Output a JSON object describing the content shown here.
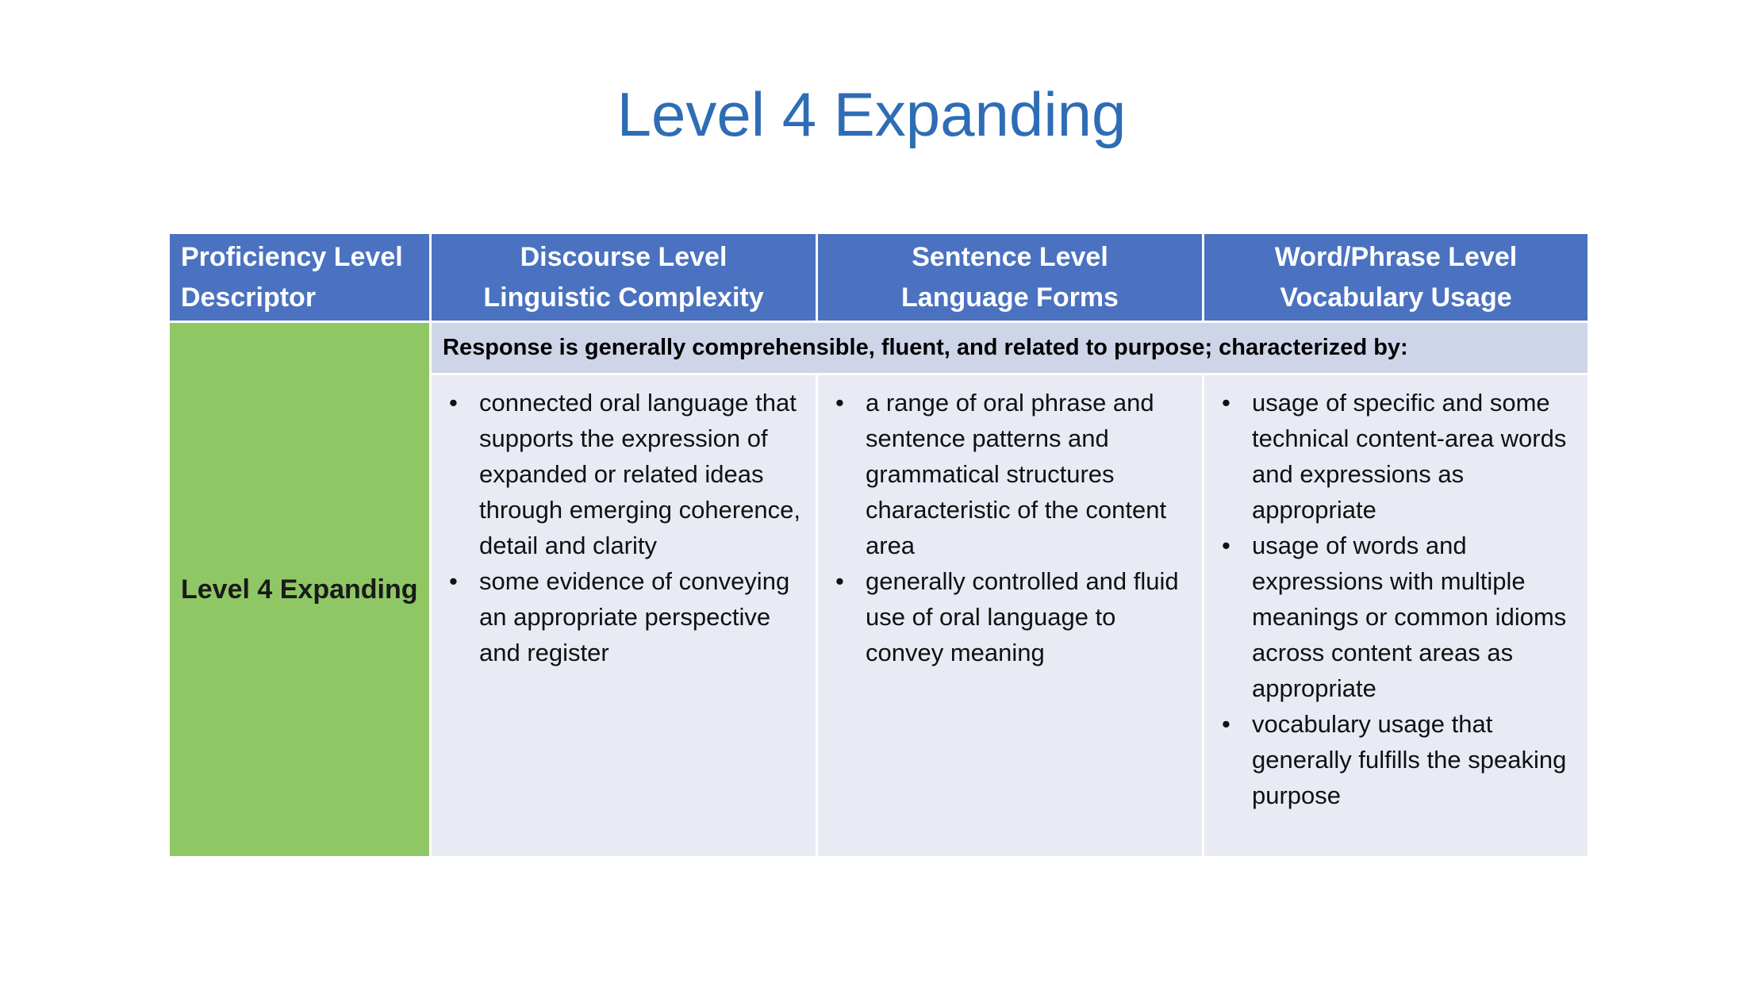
{
  "title": "Level 4 Expanding",
  "table": {
    "headers": [
      "Proficiency Level\nDescriptor",
      "Discourse Level\nLinguistic Complexity",
      "Sentence Level\nLanguage Forms",
      "Word/Phrase Level\nVocabulary Usage"
    ],
    "level_label": "Level 4 Expanding",
    "summary": "Response is generally comprehensible, fluent, and related to purpose; characterized by:",
    "columns": [
      {
        "bullets": [
          "connected oral language that supports the expression of expanded or related ideas through emerging coherence, detail and clarity",
          "some evidence of conveying an appropriate perspective and register"
        ]
      },
      {
        "bullets": [
          "a range of oral phrase and sentence patterns and grammatical structures characteristic of the content area",
          "generally controlled and fluid use of oral language to convey meaning"
        ]
      },
      {
        "bullets": [
          "usage of specific and some technical content-area words and expressions as appropriate",
          "usage of words and expressions with multiple meanings or common idioms across content areas as appropriate",
          "vocabulary usage that generally fulfills the speaking purpose"
        ]
      }
    ],
    "bullet_glyph": "•"
  },
  "colors": {
    "title": "#2E6DB5",
    "header_bg": "#4A72C0",
    "level_bg": "#8FC765",
    "summary_bg": "#CFD5E8",
    "detail_bg": "#E8EBF4"
  }
}
